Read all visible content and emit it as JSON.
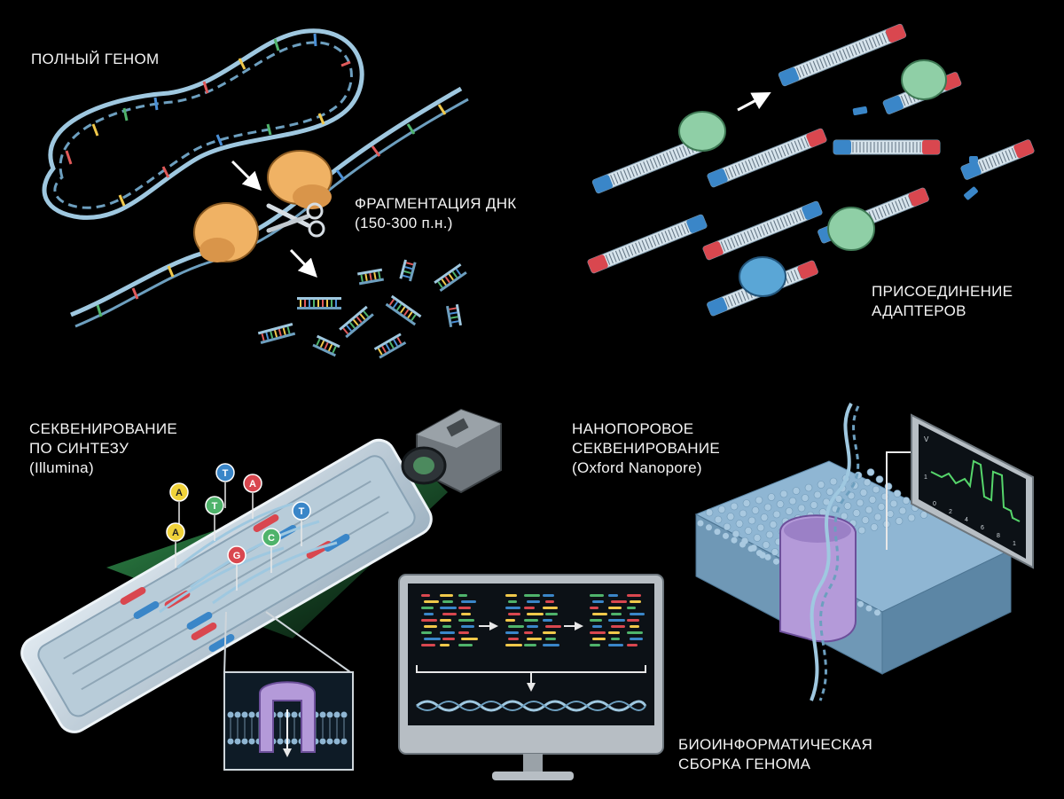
{
  "labels": {
    "genome": "ПОЛНЫЙ ГЕНОМ",
    "fragmentation": {
      "line1": "ФРАГМЕНТАЦИЯ ДНК",
      "line2": "(150-300 п.н.)"
    },
    "adapters": {
      "line1": "ПРИСОЕДИНЕНИЕ",
      "line2": "АДАПТЕРОВ"
    },
    "sbs": {
      "line1": "СЕКВЕНИРОВАНИЕ",
      "line2": "ПО СИНТЕЗУ",
      "line3": "(Illumina)"
    },
    "nanopore": {
      "line1": "НАНОПОРОВОЕ",
      "line2": "СЕКВЕНИРОВАНИЕ",
      "line3": "(Oxford Nanopore)"
    },
    "assembly": {
      "line1": "БИОИНФОРМАТИЧЕСКАЯ",
      "line2": "СБОРКА ГЕНОМА"
    }
  },
  "nucleotides": {
    "a": "A",
    "t": "T",
    "g": "G",
    "c": "C"
  },
  "nanopore_monitor": {
    "y_axis": "V",
    "y_tick": "1",
    "x_ticks": [
      "0",
      "2",
      "4",
      "6",
      "8",
      "1"
    ]
  },
  "colors": {
    "background": "#000000",
    "dna_backbone": "#9fc8e0",
    "enzyme": "#f0b264",
    "ligase": "#8fcfa6",
    "polymerase": "#5aa6d6",
    "adapter_red": "#d9474f",
    "adapter_blue": "#3a86c8",
    "laser_green": "#4bd873",
    "nanopore_purple": "#b49ad9",
    "membrane": "#8fb6d3",
    "signal_trace": "#56d66b"
  },
  "icons": [
    "scissors-icon",
    "camera-icon",
    "monitor-icon",
    "arrow-icon"
  ]
}
